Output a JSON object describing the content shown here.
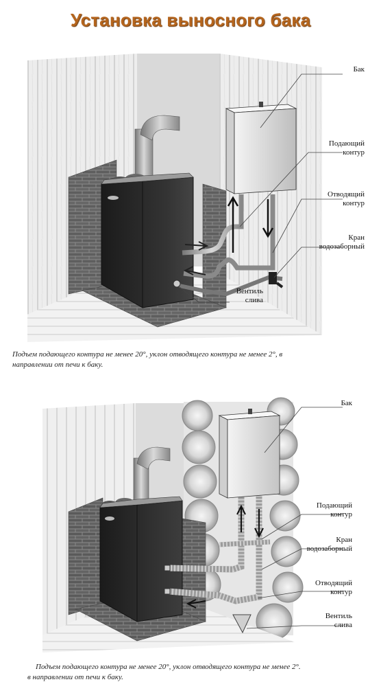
{
  "page": {
    "title": "Установка выносного бака"
  },
  "diagram1": {
    "labels": {
      "tank": "Бак",
      "supply_1": "Подающий",
      "supply_2": "контур",
      "return_1": "Отводящий",
      "return_2": "контур",
      "tap_1": "Кран",
      "tap_2": "водозаборный",
      "valve_1": "Вентиль",
      "valve_2": "слива"
    },
    "caption_1": "Подъем подающего контура не менее 20°, уклон отводящего контура не менее  2°, в",
    "caption_2": "направлении от печи к баку."
  },
  "diagram2": {
    "labels": {
      "tank": "Бак",
      "supply_1": "Подающий",
      "supply_2": "контур",
      "tap_1": "Кран",
      "tap_2": "водозаборный",
      "return_1": "Отводящий",
      "return_2": "контур",
      "valve_1": "Вентиль",
      "valve_2": "слива"
    },
    "caption_1": "Подъем подающего контура не менее 20°, уклон отводящего контура не менее  2°.",
    "caption_2": "в направлении от печи к баку."
  },
  "colors": {
    "title": "#b5651d",
    "stove": "#2a2a2a",
    "brick": "#6e6e6e",
    "tank": "#e2e2e2"
  }
}
